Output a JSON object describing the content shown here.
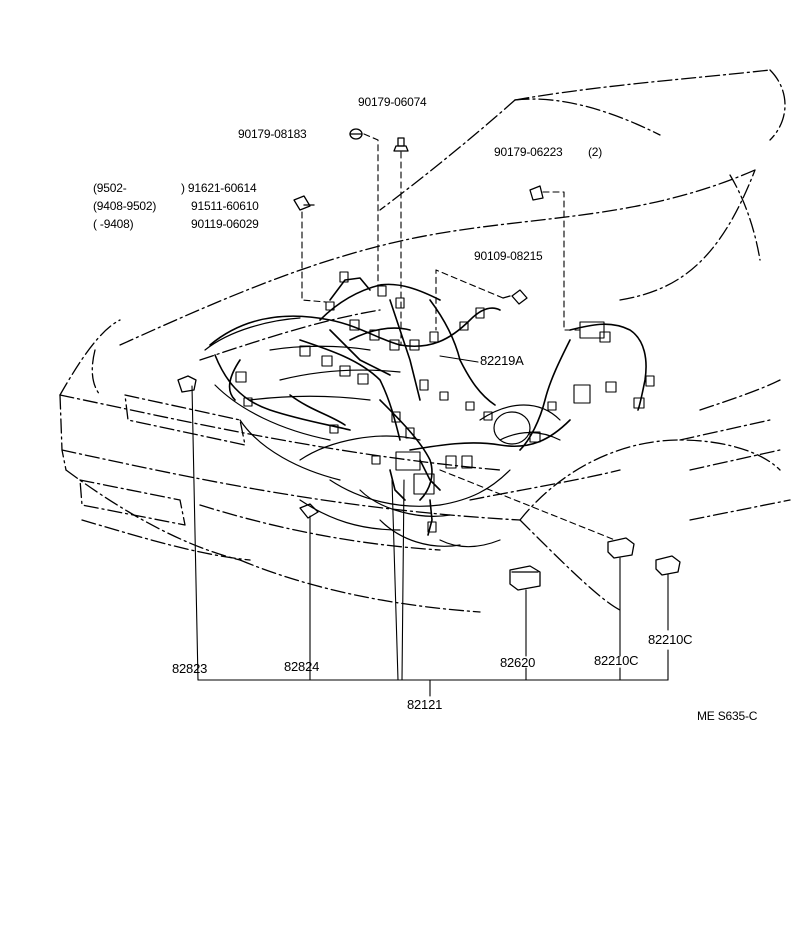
{
  "labels": {
    "p_90179_06074": "90179-06074",
    "p_90179_08183": "90179-08183",
    "p_90179_06223": "90179-06223",
    "p_90179_06223_qty": "(2)",
    "date_9502": "(9502-",
    "date_9408_9502": "(9408-9502)",
    "date_9408": "(       -9408)",
    "p_91621_60614": ") 91621-60614",
    "p_91511_60610": "91511-60610",
    "p_90119_06029": "90119-06029",
    "p_90109_08215": "90109-08215",
    "p_82219A": "82219A",
    "p_82823": "82823",
    "p_82824": "82824",
    "p_82620": "82620",
    "p_82210C_a": "82210C",
    "p_82210C_b": "82210C",
    "p_82121": "82121",
    "code": "ME S635-C"
  },
  "colors": {
    "ink": "#000000",
    "paper": "#ffffff"
  }
}
